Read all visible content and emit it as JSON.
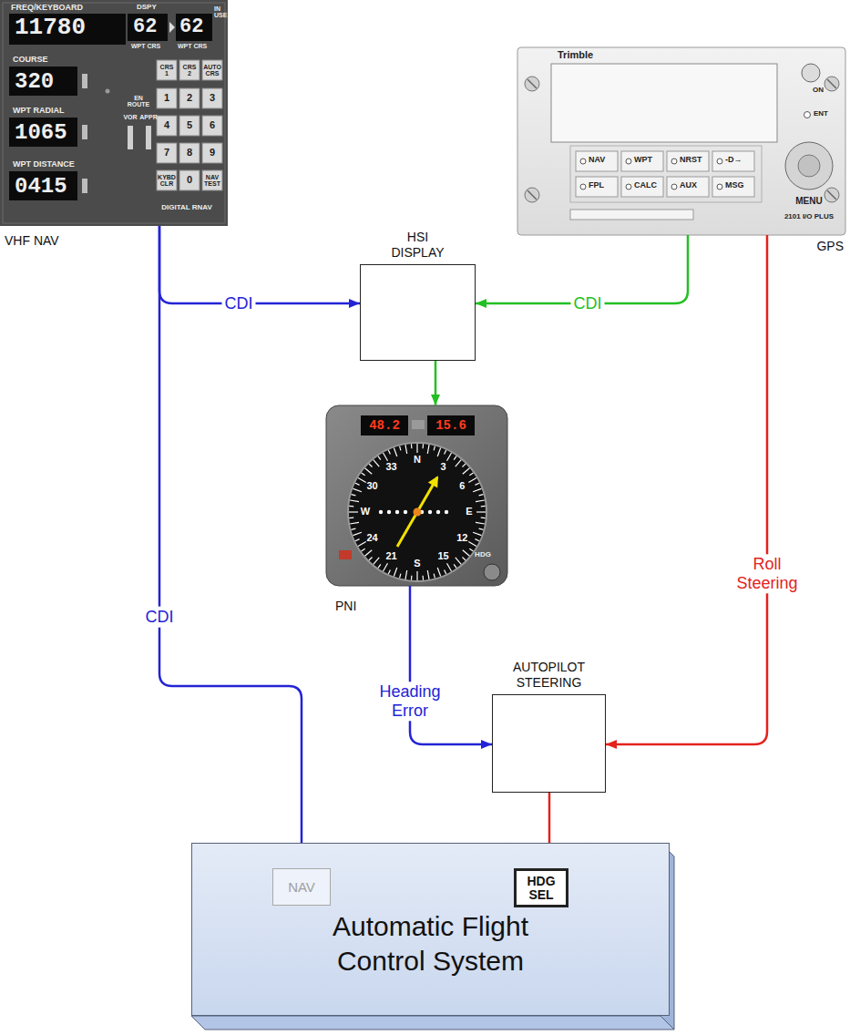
{
  "diagram": {
    "nodes": [
      {
        "text": [
          "VHF NAV"
        ]
      },
      {
        "text": [
          "GPS"
        ]
      },
      {
        "text": [
          "HSI DISPLAY"
        ]
      },
      {
        "text": [
          "PNI"
        ]
      },
      {
        "text": [
          "AUTOPILOT STEERING"
        ]
      },
      {
        "text": [
          "Automatic Flight Control System"
        ]
      },
      {
        "text": [
          "NAV"
        ],
        "in": 5
      },
      {
        "text": [
          "HDG SEL"
        ],
        "in": 5
      }
    ],
    "edges": [
      {
        "from": 0,
        "to": 2,
        "label": "CDI",
        "arrow": "to"
      },
      {
        "from": 1,
        "to": 2,
        "label": "CDI",
        "arrow": "to"
      },
      {
        "from": 2,
        "to": 3,
        "arrow": "to"
      },
      {
        "from": 0,
        "to": 6,
        "label": "CDI",
        "arrow": "to"
      },
      {
        "from": 3,
        "to": 4,
        "label": "Heading Error",
        "arrow": "to"
      },
      {
        "from": 1,
        "to": 4,
        "label": "Roll Steering",
        "arrow": "to"
      },
      {
        "from": 4,
        "to": 7,
        "arrow": "to"
      }
    ],
    "labels": [
      "FREQ/KEYBOARD",
      "11780",
      "DSPY",
      "62",
      "WPT CRS",
      "62",
      "WPT CRS",
      "IN USE",
      "COURSE",
      "320",
      "WPT RADIAL",
      "1065",
      "WPT DISTANCE",
      "0415",
      "CRS 1",
      "CRS 2",
      "AUTO CRS",
      "1",
      "2",
      "3",
      "4",
      "5",
      "6",
      "7",
      "8",
      "9",
      "KYBD CLR",
      "0",
      "NAV TEST",
      "EN ROUTE",
      "VOR",
      "APPR",
      "DIGITAL RNAV",
      "Trimble",
      "ON",
      "ENT",
      "NAV",
      "WPT",
      "NRST",
      "-D→",
      "FPL",
      "CALC",
      "AUX",
      "MSG",
      "MENU",
      "2101 I/O PLUS",
      "48.2",
      "15.6",
      "N",
      "3",
      "6",
      "E",
      "12",
      "15",
      "S",
      "21",
      "24",
      "W",
      "30",
      "33",
      "HDG"
    ]
  }
}
